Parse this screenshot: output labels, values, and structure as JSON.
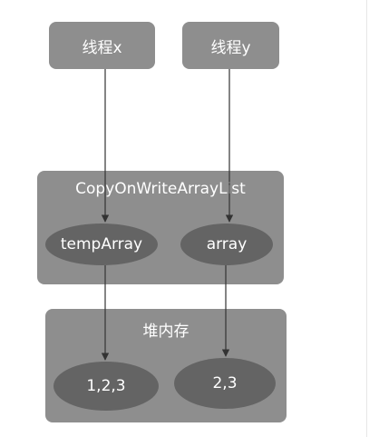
{
  "threads": [
    {
      "label": "线程x"
    },
    {
      "label": "线程y"
    }
  ],
  "container": {
    "label": "CopyOnWriteArrayList"
  },
  "refs": [
    {
      "label": "tempArray"
    },
    {
      "label": "array"
    }
  ],
  "heap": {
    "label": "堆内存"
  },
  "arrays": [
    {
      "label": "1,2,3"
    },
    {
      "label": "2,3"
    }
  ],
  "colors": {
    "box": "#8e8e8e",
    "ellipse": "#646464",
    "arrow": "#333333",
    "text": "#ffffff"
  }
}
